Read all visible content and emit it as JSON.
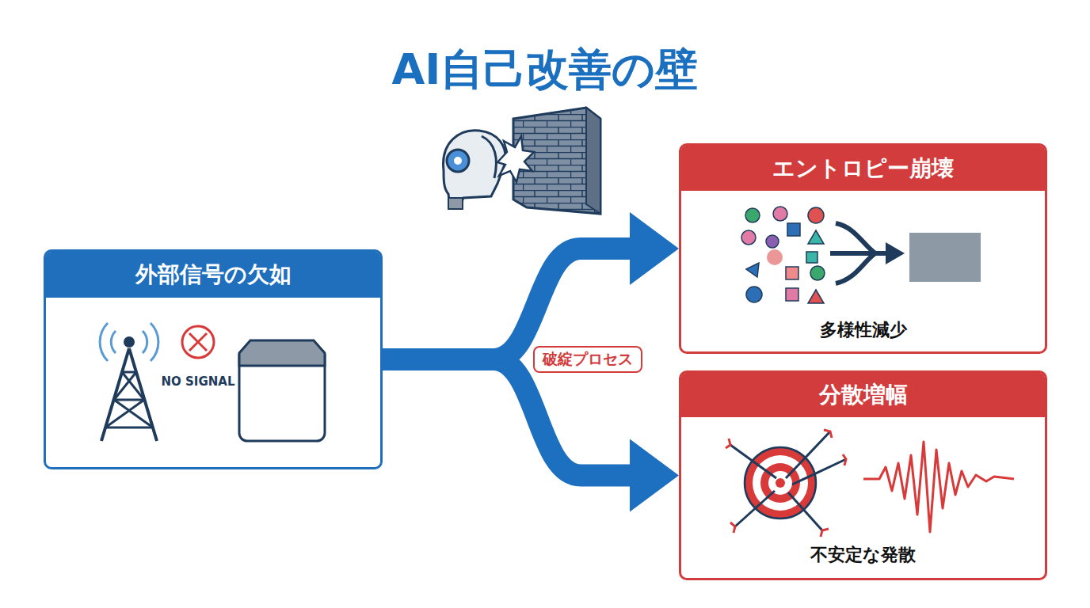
{
  "diagram": {
    "title": "AI自己改善の壁",
    "nodes": [
      {
        "text": [
          "外部信号の欠如",
          "NO SIGNAL"
        ]
      },
      {
        "text": [
          "エントロピー崩壊",
          "多様性減少"
        ]
      },
      {
        "text": [
          "分散増幅",
          "不安定な発散"
        ]
      }
    ],
    "edges": [
      {
        "from": 0,
        "to": 1,
        "arrow": "to",
        "label": "破綻プロセス"
      },
      {
        "from": 0,
        "to": 2,
        "arrow": "to"
      }
    ]
  }
}
